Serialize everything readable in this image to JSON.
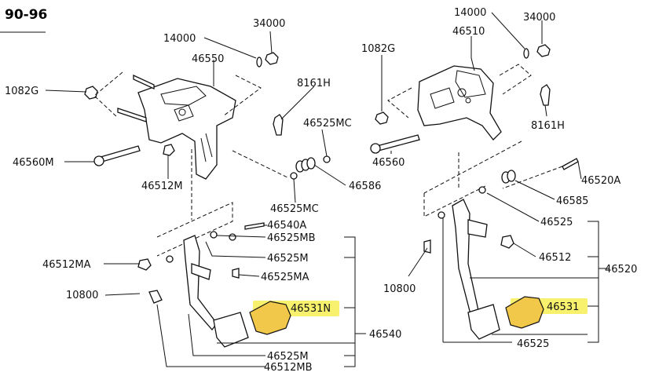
{
  "title": "90-96",
  "highlight_color": "#f7ef55",
  "pad_color": "#f1c84a",
  "labels": {
    "l14000": "14000",
    "l34000": "34000",
    "l46550": "46550",
    "l1082g": "1082G",
    "l8161h": "8161H",
    "l46525mc_top": "46525MC",
    "l46560m": "46560M",
    "l46512m": "46512M",
    "l46586": "46586",
    "l46525mc_bot": "46525MC",
    "l46540a": "46540A",
    "l46525mb": "46525MB",
    "l46525m_top": "46525M",
    "l46512ma": "46512MA",
    "l46525ma": "46525MA",
    "l10800_left": "10800",
    "l46531n": "46531N",
    "l46540": "46540",
    "l46525m_bot": "46525M",
    "l46512mb": "46512MB",
    "r14000": "14000",
    "r34000": "34000",
    "r46510": "46510",
    "r1082g": "1082G",
    "r8161h": "8161H",
    "r46560": "46560",
    "r46520a": "46520A",
    "r46585": "46585",
    "r46525_top": "46525",
    "r46512": "46512",
    "r46520": "46520",
    "r10800": "10800",
    "r46531": "46531",
    "r46525_bot": "46525"
  }
}
